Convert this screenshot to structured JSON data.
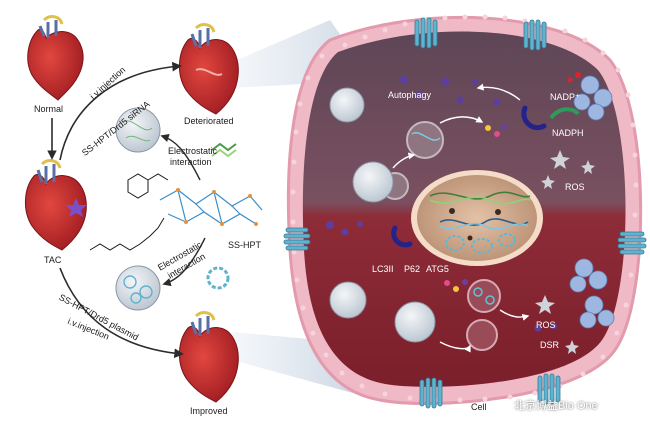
{
  "hearts": {
    "normal": "Normal",
    "tac": "TAC",
    "deteriorated": "Deteriorated",
    "improved": "Improved"
  },
  "arrows": {
    "top_iv": "i.v.injection",
    "top_sirna": "SS-HPT/Drd5 siRNA",
    "bottom_plasmid": "SS-HPT/Drd5 plasmid",
    "bottom_iv": "i.v.injection"
  },
  "polymer": {
    "name": "SS-HPT",
    "electro_top": [
      "Electrostatic",
      "interaction"
    ],
    "electro_bottom": [
      "Electrostatic",
      "interaction"
    ]
  },
  "cell_labels": {
    "autophagy": "Autophagy",
    "nadp": "NADP⁺",
    "nadph": "NADPH",
    "ros_top": "ROS",
    "lc3ii": "LC3II",
    "p62": "P62",
    "atg5": "ATG5",
    "ros_bottom": "ROS",
    "dsr": "DSR",
    "cell": "Cell"
  },
  "watermark": "北京博益Bio One",
  "colors": {
    "membrane": "#e9a6b6",
    "cytoplasm_top": "#6d4a5a",
    "cytoplasm_bottom": "#8a2a36",
    "nucleus": "#d9b79c",
    "nucleus_rim": "#f3dcc8",
    "receptor": "#5fb3cf",
    "heart_red": "#c8202a",
    "arrow_dark": "#2b2b2b"
  }
}
